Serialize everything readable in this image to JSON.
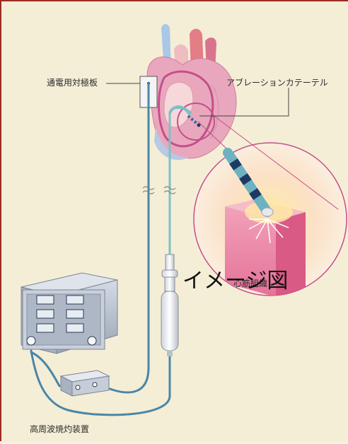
{
  "labels": {
    "electrode": "通電用対極板",
    "catheter": "アブレーションカテーテル",
    "tissue": "心筋組織",
    "overlay": "イメージ図",
    "generator": "高周波焼灼装置"
  },
  "colors": {
    "background": "#f4eed6",
    "border": "#9b2d22",
    "cable": "#4a86a8",
    "catheter_tube": "#7ec0c6",
    "heart_outline": "#c44f8a",
    "tissue": "#e96a92"
  }
}
